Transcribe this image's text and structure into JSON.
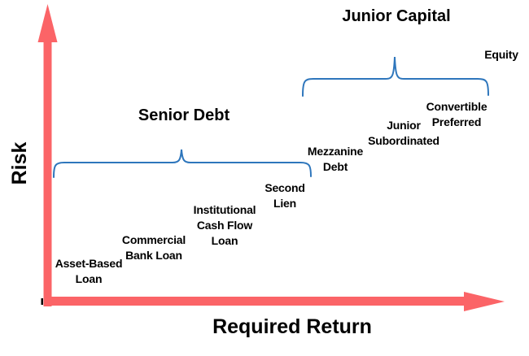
{
  "diagram": {
    "type": "risk-return-spectrum",
    "axes": {
      "y_label": "Risk",
      "x_label": "Required Return"
    },
    "groups": [
      {
        "label": "Senior Debt"
      },
      {
        "label": "Junior Capital"
      }
    ],
    "instruments": [
      {
        "label": "Asset-Based\nLoan",
        "group": "Senior Debt"
      },
      {
        "label": "Commercial\nBank Loan",
        "group": "Senior Debt"
      },
      {
        "label": "Institutional\nCash Flow\nLoan",
        "group": "Senior Debt"
      },
      {
        "label": "Second\nLien",
        "group": "Senior Debt"
      },
      {
        "label": "Mezzanine\nDebt",
        "group": "Junior Capital"
      },
      {
        "label": "Junior\nSubordinated",
        "group": "Junior Capital"
      },
      {
        "label": "Convertible\nPreferred",
        "group": "Junior Capital"
      },
      {
        "label": "Equity",
        "group": "Junior Capital"
      }
    ],
    "colors": {
      "axis_arrow": "#FB6467",
      "brace": "#2E76BC",
      "text": "#000000",
      "background": "#FFFFFF",
      "origin_tick": "#000000"
    }
  }
}
